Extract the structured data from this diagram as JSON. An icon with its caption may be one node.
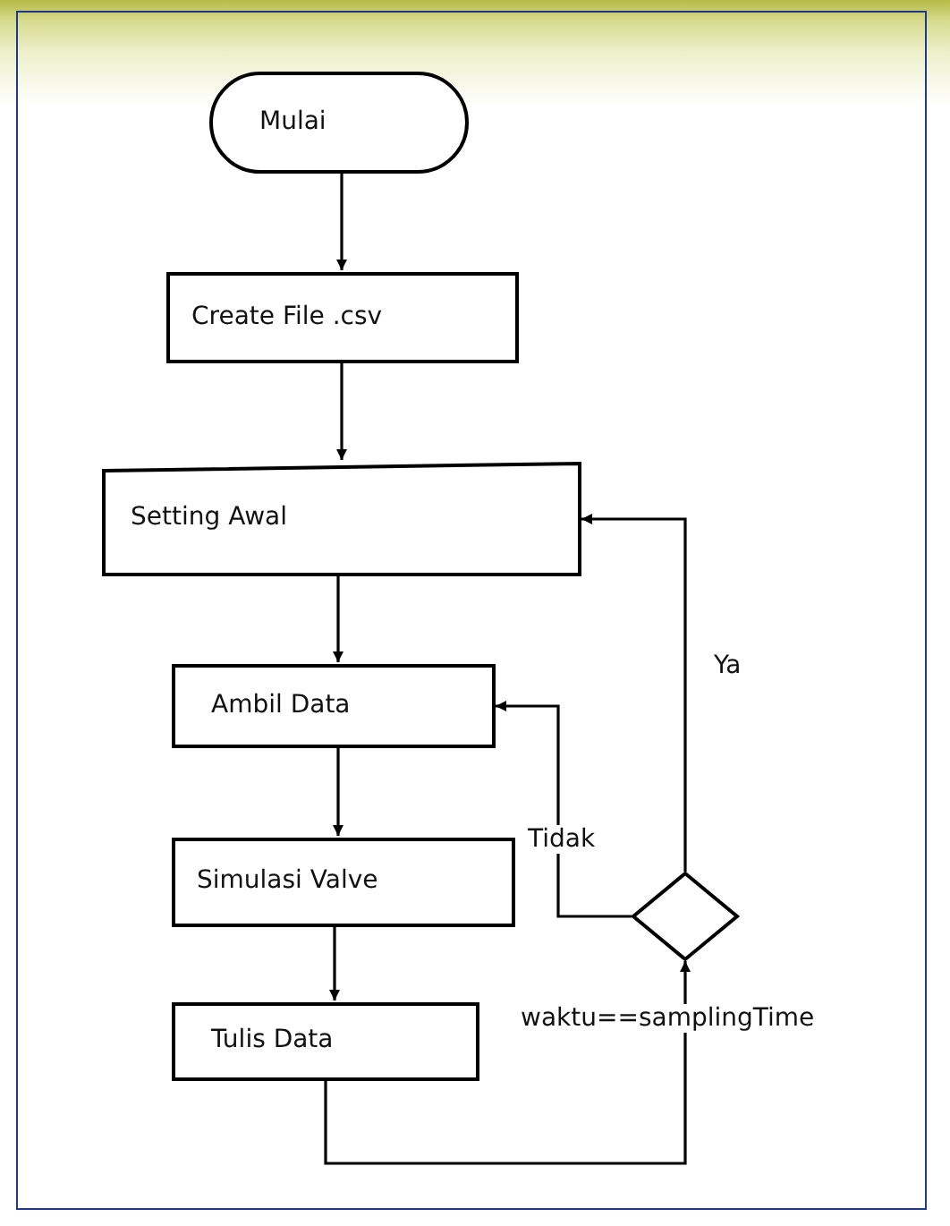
{
  "diagram": {
    "nodes": [
      {
        "text": [
          "Mulai"
        ]
      },
      {
        "text": [
          "Create File .csv"
        ]
      },
      {
        "text": [
          "Setting Awal"
        ]
      },
      {
        "text": [
          "Ambil Data"
        ]
      },
      {
        "text": [
          "Simulasi Valve"
        ]
      },
      {
        "text": [
          "Tulis Data"
        ]
      },
      {
        "text": [],
        "shape": "diamond",
        "beside": [
          "waktu==samplingTime"
        ]
      }
    ],
    "edges": [
      {
        "from": 0,
        "to": 1,
        "arrow": "to"
      },
      {
        "from": 1,
        "to": 2,
        "arrow": "to"
      },
      {
        "from": 2,
        "to": 3,
        "arrow": "to"
      },
      {
        "from": 3,
        "to": 4,
        "arrow": "to"
      },
      {
        "from": 4,
        "to": 5,
        "arrow": "to"
      },
      {
        "from": 5,
        "to": 6,
        "arrow": "to"
      },
      {
        "from": 6,
        "to": 3,
        "arrow": "to",
        "label": "Tidak"
      },
      {
        "from": 6,
        "to": 2,
        "arrow": "to",
        "label": "Ya"
      }
    ]
  }
}
